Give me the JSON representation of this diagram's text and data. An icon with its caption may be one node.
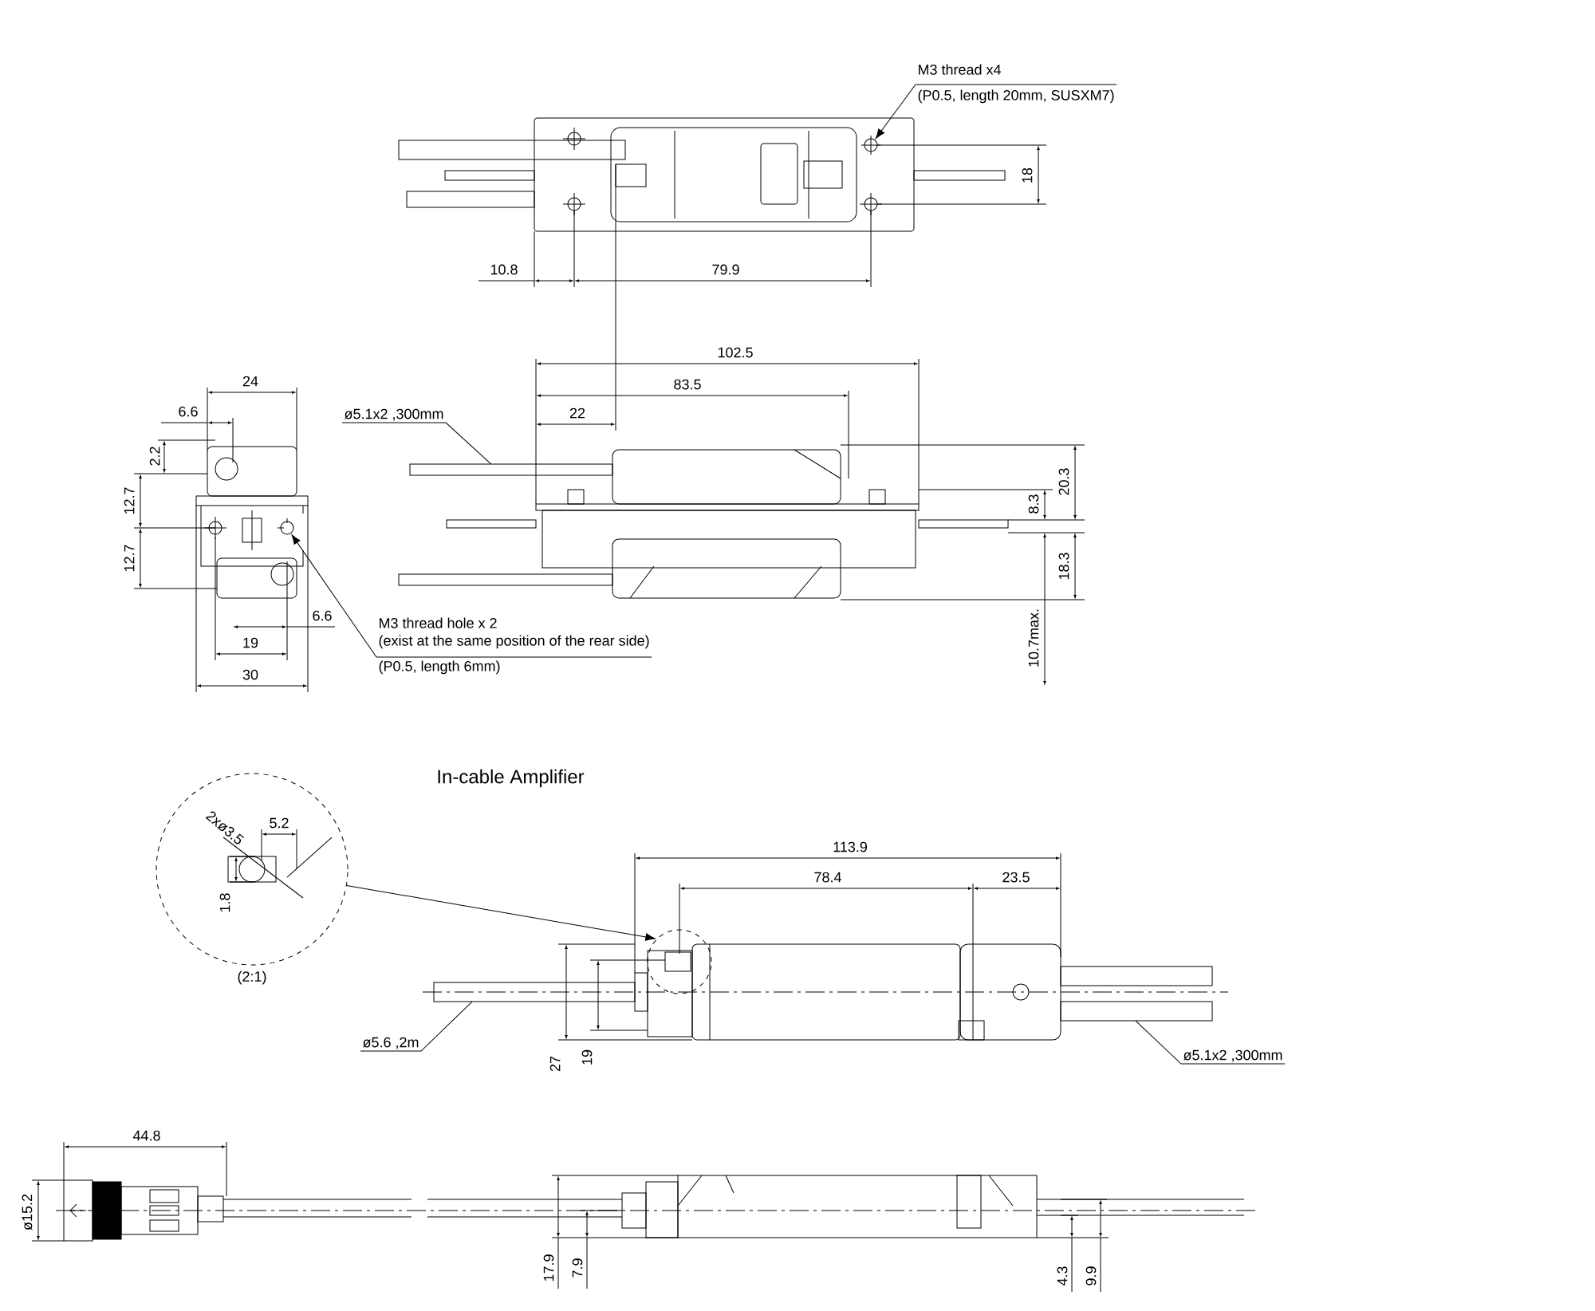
{
  "diagram": {
    "nodes": [
      {
        "text": [
          "M3 thread x4",
          "(P0.5, length 20mm, SUSXM7)"
        ]
      },
      {
        "text": [
          "ø5.1x2 ,300mm"
        ]
      },
      {
        "text": [
          "M3 thread hole x 2",
          "(exist at the same position of the rear side)",
          "(P0.5, length 6mm)"
        ]
      },
      {
        "text": [],
        "shape": "circle",
        "beside": [
          "(2:1)"
        ]
      },
      {
        "text": [],
        "shape": "circle"
      },
      {
        "text": [
          "ø5.6 ,2m"
        ]
      },
      {
        "text": [
          "ø5.1x2 ,300mm"
        ]
      },
      {
        "text": [],
        "shape": "circle"
      },
      {
        "text": [],
        "shape": "circle"
      }
    ],
    "edges": [
      {
        "from": 0,
        "to": 7,
        "arrow": "to"
      },
      {
        "from": 1,
        "to": null,
        "arrow": "none"
      },
      {
        "from": 2,
        "to": 8,
        "arrow": "to"
      },
      {
        "from": 3,
        "to": 4,
        "arrow": "to"
      },
      {
        "from": 5,
        "to": null,
        "arrow": "none"
      },
      {
        "from": 6,
        "to": null,
        "arrow": "none"
      }
    ],
    "labels": [
      "18",
      "10.8",
      "79.9",
      "24",
      "102.5",
      "6.6",
      "83.5",
      "2.2",
      "22",
      "12.7",
      "20.3",
      "8.3",
      "12.7",
      "18.3",
      "6.6",
      "19",
      "10.7max.",
      "30",
      "In-cable Amplifier",
      "2xø3.5",
      "5.2",
      "1.8",
      "113.9",
      "78.4",
      "23.5",
      "27",
      "19",
      "44.8",
      "ø15.2",
      "17.9",
      "7.9",
      "4.3",
      "9.9"
    ]
  }
}
